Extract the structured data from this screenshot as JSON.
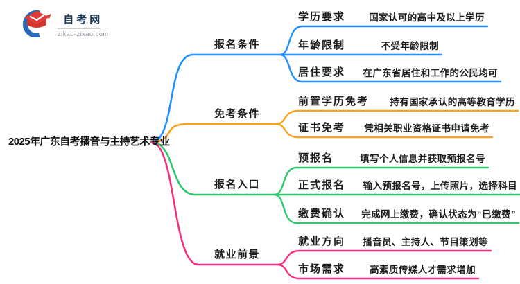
{
  "logo": {
    "name": "自考网",
    "domain": "zikao-zikao.com"
  },
  "root": {
    "title": "2025年广东自考播音与主持艺术专业"
  },
  "colors": {
    "branch1": "#1E90FF",
    "branch2": "#FAA21E",
    "branch3": "#2DC76D",
    "branch4": "#F5317F",
    "logo_blue": "#2a69b8",
    "logo_red": "#e03a34"
  },
  "branches": [
    {
      "id": "baoming-tiaojian",
      "label": "报名条件",
      "color": "#1E90FF",
      "children": [
        {
          "key": "学历要求",
          "value": "国家认可的高中及以上学历"
        },
        {
          "key": "年龄限制",
          "value": "不受年龄限制"
        },
        {
          "key": "居住要求",
          "value": "在广东省居住和工作的公民均可"
        }
      ]
    },
    {
      "id": "miankao-tiaojian",
      "label": "免考条件",
      "color": "#FAA21E",
      "children": [
        {
          "key": "前置学历免考",
          "value": "持有国家承认的高等教育学历"
        },
        {
          "key": "证书免考",
          "value": "凭相关职业资格证书申请免考"
        }
      ]
    },
    {
      "id": "baoming-rukou",
      "label": "报名入口",
      "color": "#2DC76D",
      "children": [
        {
          "key": "预报名",
          "value": "填写个人信息并获取预报名号"
        },
        {
          "key": "正式报名",
          "value": "输入预报名号，上传照片，选择科目"
        },
        {
          "key": "缴费确认",
          "value": "完成网上缴费，确认状态为“已缴费”"
        }
      ]
    },
    {
      "id": "jiuye-qianjing",
      "label": "就业前景",
      "color": "#F5317F",
      "children": [
        {
          "key": "就业方向",
          "value": "播音员、主持人、节目策划等"
        },
        {
          "key": "市场需求",
          "value": "高素质传媒人才需求增加"
        }
      ]
    }
  ]
}
